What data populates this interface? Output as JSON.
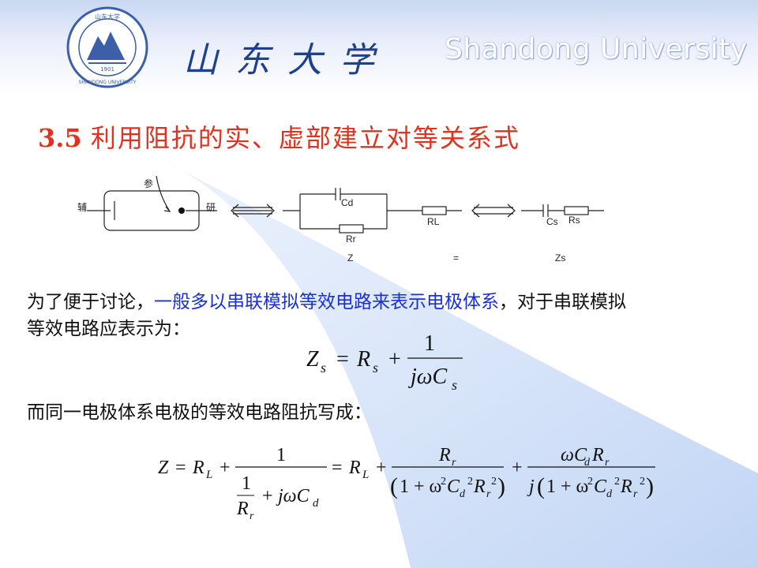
{
  "header": {
    "university_cn": "山东大学",
    "university_en": "Shandong University",
    "seal_text_top": "山东大学",
    "seal_text_bottom": "SHANDONG UNIVERSITY",
    "seal_year": "1901"
  },
  "title": {
    "number": "3.5",
    "text": "利用阻抗的实、虚部建立对等关系式"
  },
  "circuit": {
    "label_aux": "辅",
    "label_ref": "参",
    "label_work": "研",
    "cd": "Cd",
    "rr": "Rr",
    "rl": "RL",
    "cs": "Cs",
    "rs": "Rs",
    "z": "Z",
    "eq": "=",
    "zs": "Zs"
  },
  "paragraph1": {
    "part1": "为了便于讨论，",
    "highlight": "一般多以串联模拟等效电路来表示电极体系",
    "part2": "，对于串联模拟",
    "line2": "等效电路应表示为："
  },
  "paragraph2": "而同一电极体系电极的等效电路阻抗写成："
}
